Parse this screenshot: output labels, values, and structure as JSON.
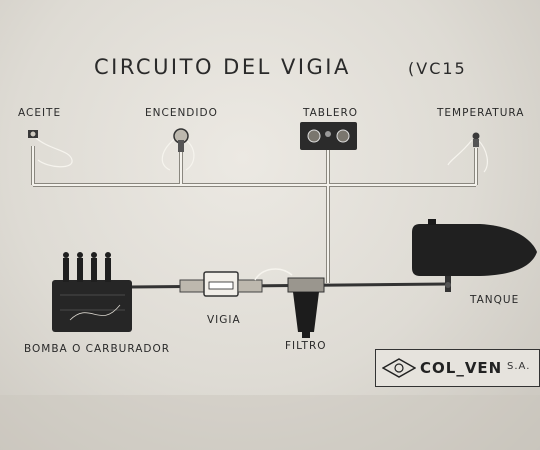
{
  "header": {
    "title": "CIRCUITO DEL VIGIA",
    "subtitle": "(VC15"
  },
  "labels": {
    "aceite": "ACEITE",
    "encendido": "ENCENDIDO",
    "tablero": "TABLERO",
    "temperatura": "TEMPERATURA",
    "bomba": "BOMBA O CARBURADOR",
    "vigia": "VIGIA",
    "filtro": "FILTRO",
    "tanque": "TANQUE"
  },
  "logo": {
    "name": "COL_VEN",
    "suffix": "S.A."
  },
  "colors": {
    "ink": "#2a2a2a",
    "wire": "#f2f0ea",
    "component": "#1f1f1f"
  }
}
